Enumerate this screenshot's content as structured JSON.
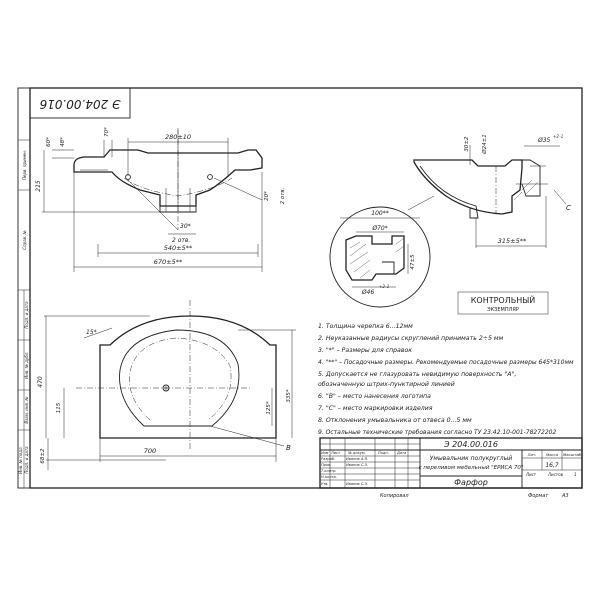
{
  "drawing": {
    "number_top": "Э 204.00.016",
    "number_block": "Э 204.00.016",
    "name_lines": [
      "Умывальник полукруглый",
      "с переливом мебельный \"ЕРИСА 70\""
    ],
    "material": "Фарфор",
    "mass": "16,7",
    "scale": "",
    "copy_label": "Копировал",
    "format_label": "Формат",
    "format_value": "А3",
    "sheet_label": "Лист",
    "sheets_label": "Листов",
    "sheets_value": "1",
    "lit_label": "Лит.",
    "mass_label": "Масса",
    "scale_label": "Масштаб",
    "stamp_line1": "КОНТРОЛЬНЫЙ",
    "stamp_line2": "ЭКЗЕМПЛЯР",
    "roles": [
      {
        "role": "Изм",
        "name": ""
      },
      {
        "role": "Разраб.",
        "name": "Иванов А.Я."
      },
      {
        "role": "Пров.",
        "name": "Иванов С.Э."
      },
      {
        "role": "Т.контр.",
        "name": ""
      },
      {
        "role": "Н.контр.",
        "name": ""
      },
      {
        "role": "Утв.",
        "name": "Иванов С.Э."
      }
    ],
    "header_cols": [
      "Изм",
      "Лист",
      "№ докум.",
      "Подп.",
      "Дата"
    ],
    "left_strip": [
      "Перв. примен.",
      "Справ. №",
      "Подп. и дата",
      "Инв. № дубл.",
      "Взам. инв. №",
      "Подп. и дата",
      "Инв. № подл."
    ]
  },
  "notes": [
    "1. Толщина черепка 6...12мм",
    "2. Неуказанные радиусы скруглений принимать 2÷5 мм",
    "3. \"*\" – Размеры для справок",
    "4. \"**\" – Посадочные размеры. Рекомендуемые посадочные размеры 645*310мм",
    "5. Допускается не глазуровать невидимую поверхность \"А\",",
    "обозначенную штрих-пунктирной линией",
    "6. \"В\" – место нанесения логотипа",
    "7. \"С\" – место маркировки изделия",
    "8. Отклонения умывальника от отвеса 0...5 мм",
    "9. Остальные технические требования согласно ТУ 23.42.10-001-78272202"
  ],
  "dims": {
    "front_280": "280±10",
    "front_70": "70*",
    "front_60": "60*",
    "front_48": "48*",
    "front_215": "215",
    "front_20": "20*",
    "front_2otv_r": "2 отв.",
    "front_30": "30*",
    "front_2otv_b": "2 отв.",
    "front_540": "540±5**",
    "front_670": "670±5**",
    "side_30": "30±2",
    "side_24": "Ø24±1",
    "side_35": "Ø35",
    "side_35_tol": "+2 -1",
    "side_315": "315±5**",
    "side_C": "C",
    "det_100": "100**",
    "det_70": "Ø70*",
    "det_46": "Ø46",
    "det_46_tol": "+2 -1",
    "det_47": "47±5",
    "plan_15": "15*",
    "plan_470": "470",
    "plan_115": "115",
    "plan_335": "335*",
    "plan_125": "125*",
    "plan_682": "68±2",
    "plan_700": "700",
    "plan_B": "В"
  }
}
